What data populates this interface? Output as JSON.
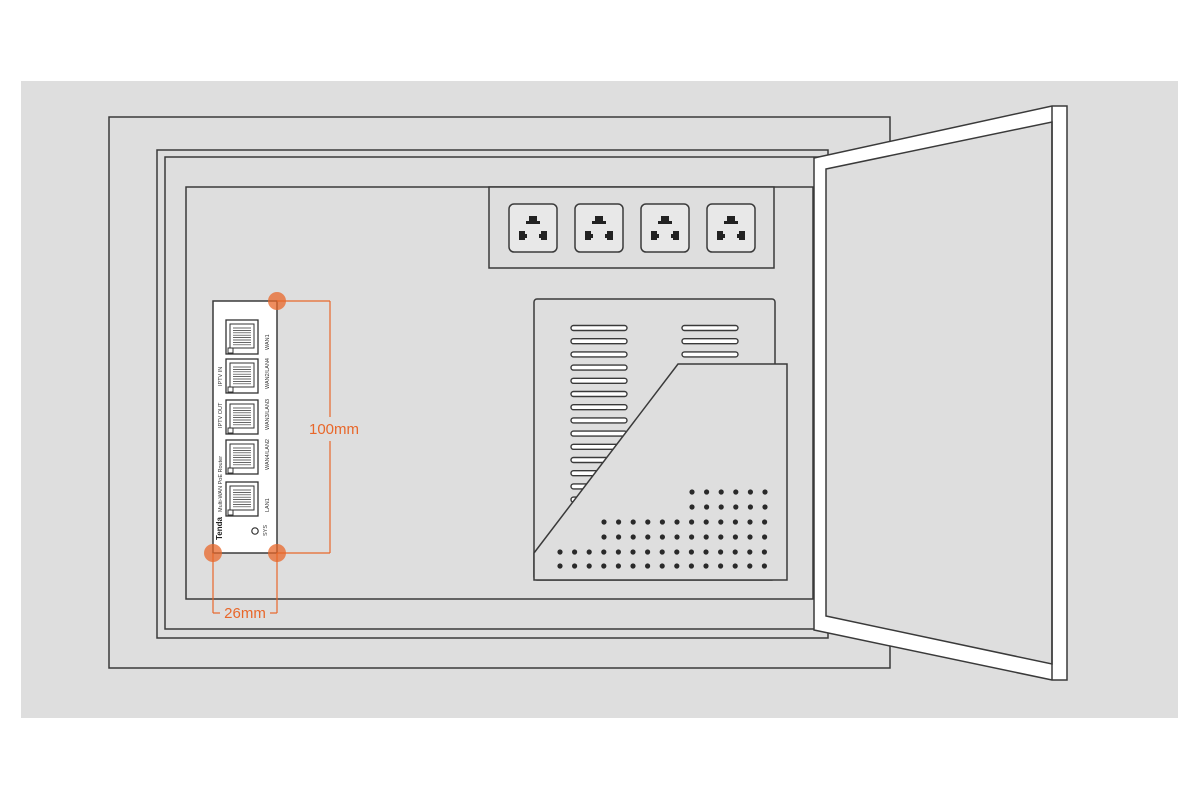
{
  "router": {
    "brand": "Tenda",
    "model": "Multi-WAN PoE Router",
    "side_labels": [
      "IPTV IN",
      "IPTV OUT"
    ],
    "port_labels": [
      "WAN1",
      "WAN2/LAN4",
      "WAN3/LAN3",
      "WAN4/LAN2",
      "LAN1"
    ],
    "status_label": "SYS"
  },
  "dimensions": {
    "height_label": "100mm",
    "depth_label": "26mm"
  },
  "colors": {
    "background": "#dedede",
    "accent": "#e8672a",
    "line": "#3a3a3a"
  },
  "sockets": {
    "count": 4
  }
}
